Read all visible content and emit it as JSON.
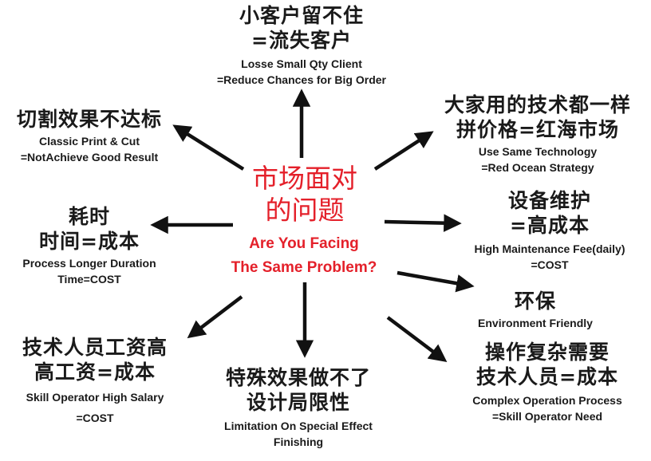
{
  "colors": {
    "accent": "#e4202a",
    "text": "#1a1a1a",
    "arrow": "#111111"
  },
  "center": {
    "zh_line1": "市场面对",
    "zh_line2": "的问题",
    "en_line1": "Are You Facing",
    "en_line2": "The Same Problem?"
  },
  "nodes": {
    "top": {
      "zh": [
        "小客户留不住",
        "=流失客户"
      ],
      "en": [
        "Losse Small Qty Client",
        "=Reduce Chances for Big Order"
      ]
    },
    "top_left": {
      "zh": [
        "切割效果不达标"
      ],
      "en": [
        "Classic Print & Cut",
        "=NotAchieve Good Result"
      ]
    },
    "top_right": {
      "zh": [
        "大家用的技术都一样",
        "拼价格=红海市场"
      ],
      "en": [
        "Use Same Technology",
        "=Red Ocean Strategy"
      ]
    },
    "left": {
      "zh": [
        "耗时",
        "时间=成本"
      ],
      "en": [
        "Process Longer Duration",
        "Time=COST"
      ]
    },
    "right": {
      "zh": [
        "设备维护",
        "=高成本"
      ],
      "en": [
        "High Maintenance Fee(daily)",
        "=COST"
      ]
    },
    "right2": {
      "zh": [
        "环保"
      ],
      "en": [
        "Environment Friendly"
      ]
    },
    "bottom_left": {
      "zh": [
        "技术人员工资高",
        "高工资=成本"
      ],
      "en": [
        "Skill Operator High Salary",
        "=COST"
      ]
    },
    "bottom": {
      "zh": [
        "特殊效果做不了",
        "设计局限性"
      ],
      "en": [
        "Limitation On Special Effect",
        "Finishing"
      ]
    },
    "bottom_right": {
      "zh": [
        "操作复杂需要",
        "技术人员=成本"
      ],
      "en": [
        "Complex Operation Process",
        "=Skill Operator Need"
      ]
    }
  }
}
